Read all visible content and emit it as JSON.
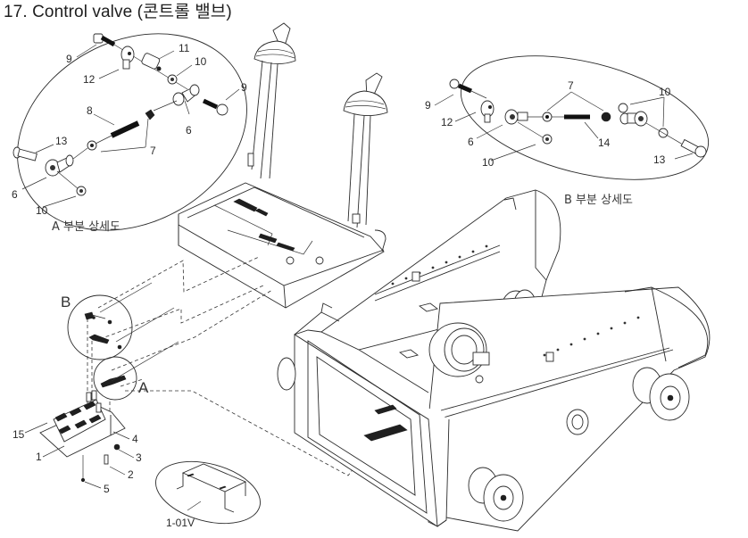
{
  "title": "17. Control valve (콘트롤 밸브)",
  "detail_a": {
    "caption": "A 부분 상세도",
    "labels": [
      "9",
      "11",
      "12",
      "10",
      "9",
      "8",
      "6",
      "7",
      "13",
      "6",
      "10"
    ]
  },
  "detail_b": {
    "caption": "B 부분 상세도",
    "labels": [
      "9",
      "7",
      "10",
      "12",
      "6",
      "14",
      "10",
      "13"
    ]
  },
  "valve_assembly": {
    "callout_b": "B",
    "callout_a": "A",
    "labels": [
      "15",
      "4",
      "1",
      "3",
      "2",
      "5"
    ]
  },
  "bracket_detail": {
    "label": "1-01V"
  }
}
